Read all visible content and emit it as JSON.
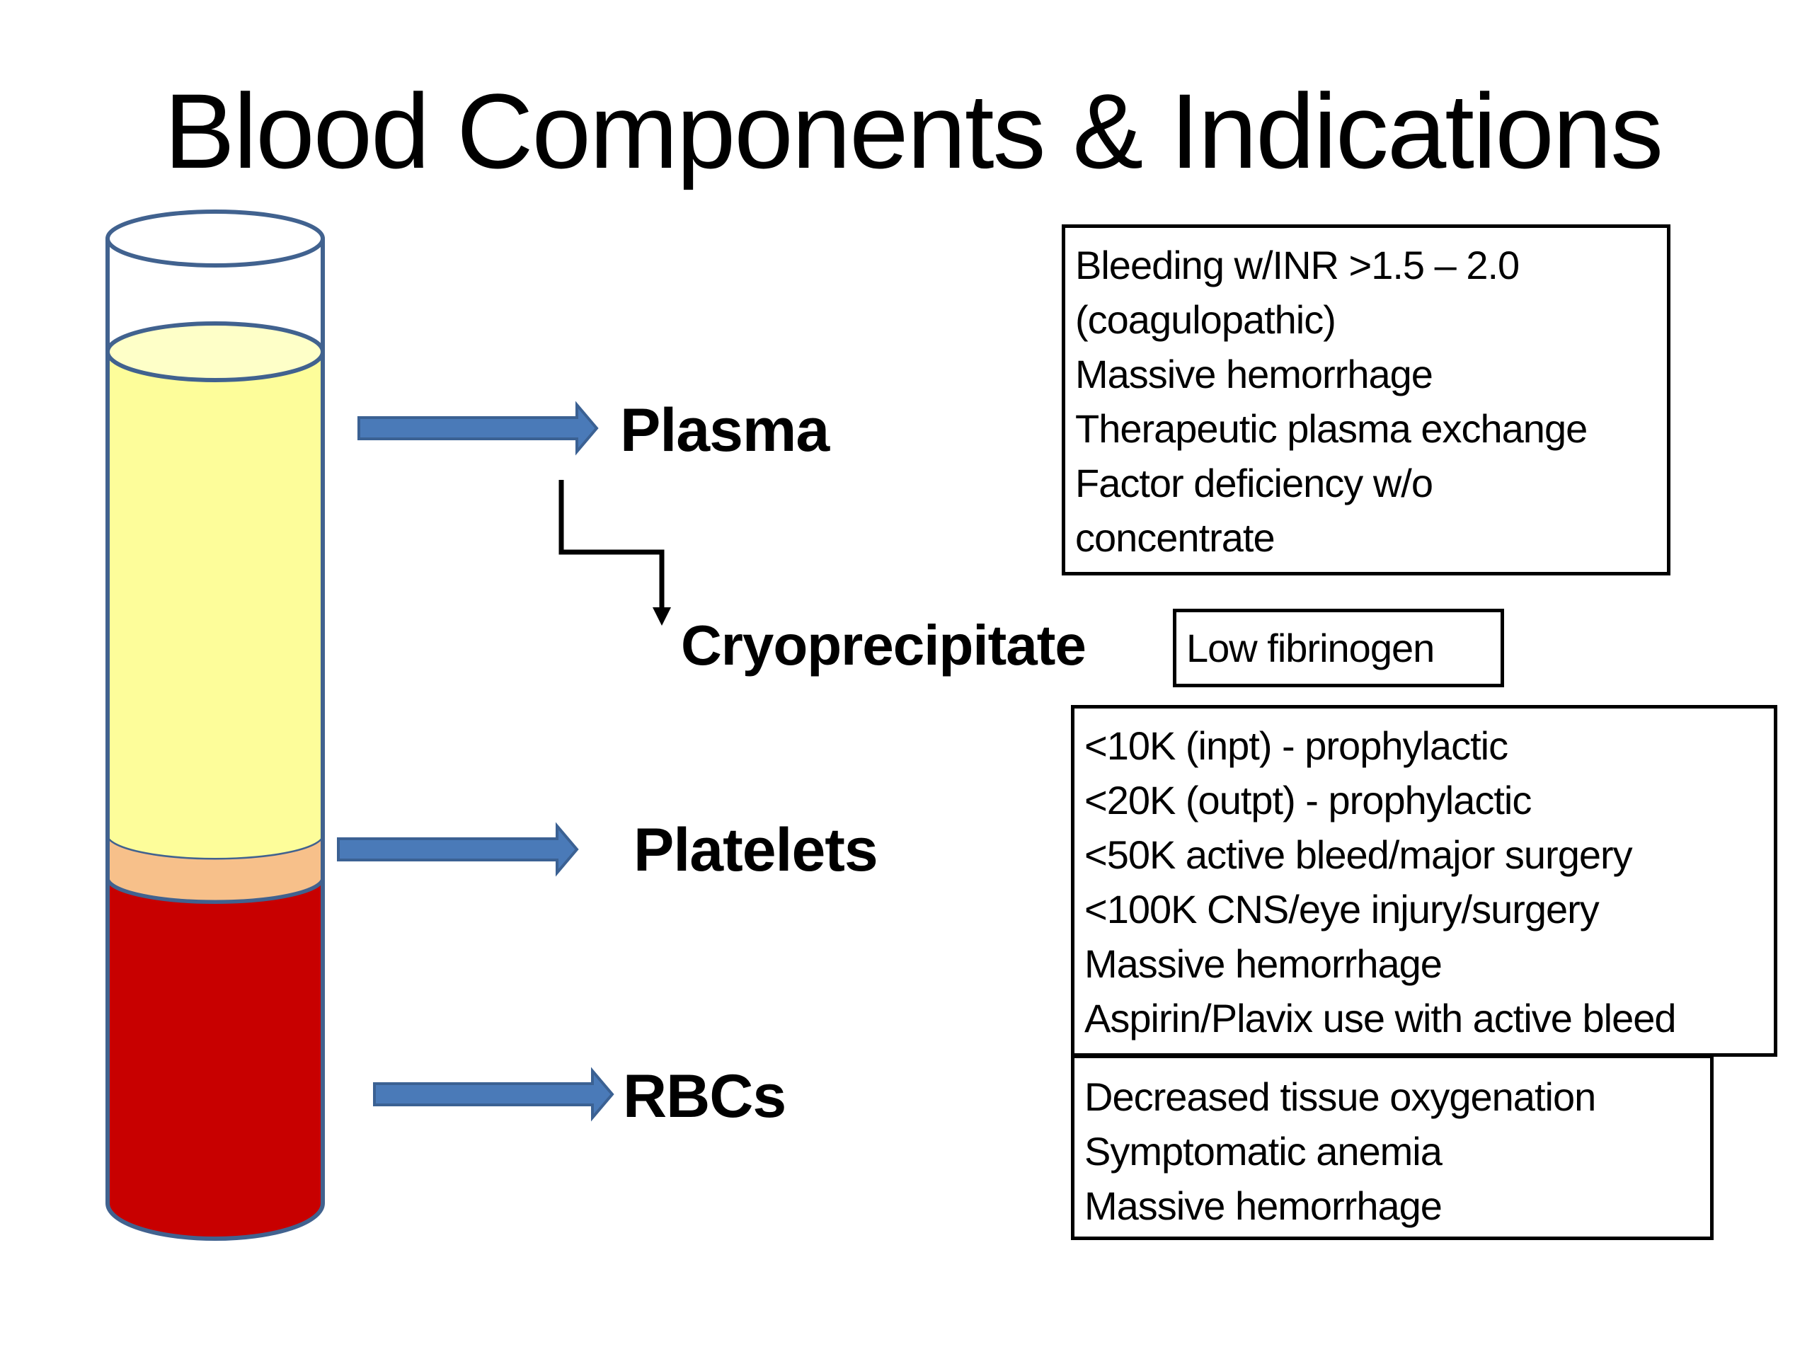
{
  "title": "Blood Components & Indications",
  "colors": {
    "tube_outline": "#41628f",
    "plasma": "#fdfd9a",
    "plasma_surface": "#feffc8",
    "buffy_coat": "#f7c08a",
    "rbc": "#c80000",
    "arrow_fill": "#4a7ab8",
    "arrow_stroke": "#3b6193"
  },
  "components": [
    {
      "name": "Plasma",
      "indications": [
        "Bleeding w/INR >1.5 – 2.0",
        "(coagulopathic)",
        "Massive hemorrhage",
        "Therapeutic plasma exchange",
        "Factor deficiency w/o",
        "concentrate"
      ]
    },
    {
      "name": "Cryoprecipitate",
      "derived_from": "Plasma",
      "indications": [
        "Low fibrinogen"
      ]
    },
    {
      "name": "Platelets",
      "indications": [
        "<10K (inpt) - prophylactic",
        "<20K (outpt) - prophylactic",
        "<50K active bleed/major surgery",
        "<100K CNS/eye injury/surgery",
        "Massive hemorrhage",
        "Aspirin/Plavix use with active bleed"
      ]
    },
    {
      "name": "RBCs",
      "indications": [
        "Decreased tissue oxygenation",
        "Symptomatic anemia",
        "Massive hemorrhage"
      ]
    }
  ]
}
